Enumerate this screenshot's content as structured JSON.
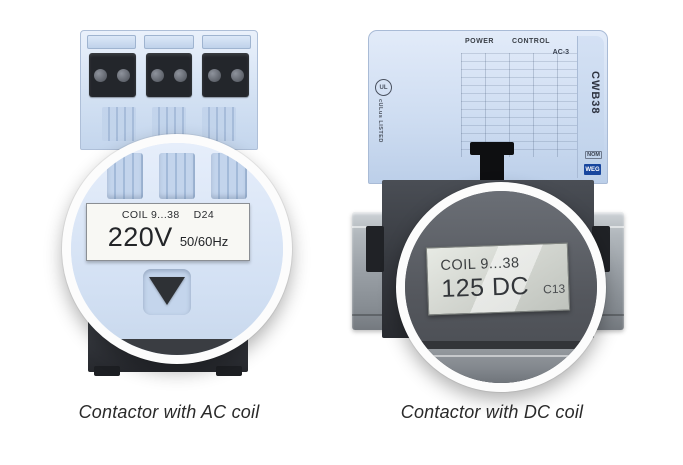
{
  "captions": {
    "left": "Contactor with AC coil",
    "right": "Contactor with DC coil"
  },
  "ac": {
    "label": {
      "coil": "COIL 9...38",
      "code": "D24",
      "voltage": "220V",
      "frequency": "50/60Hz"
    }
  },
  "dc": {
    "header": {
      "power": "POWER",
      "control": "CONTROL"
    },
    "markings": {
      "ac3": "AC-3",
      "model": "CWB38",
      "brand": "WEG",
      "nom": "NOM",
      "ul": "UL",
      "ul_listed": "cULus LISTED"
    },
    "label": {
      "coil": "COIL 9...38",
      "value": "125 DC",
      "code": "C13"
    }
  }
}
